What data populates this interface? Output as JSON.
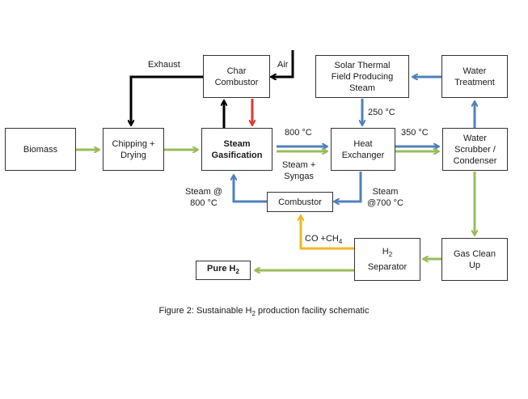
{
  "boxes": {
    "biomass": "Biomass",
    "chipping": "Chipping +\nDrying",
    "steam_gasification": "Steam\nGasification",
    "char_combustor": "Char\nCombustor",
    "solar": "Solar Thermal\nField Producing\nSteam",
    "water_treatment": "Water\nTreatment",
    "heat_exchanger": "Heat\nExchanger",
    "water_scrubber": "Water\nScrubber /\nCondenser",
    "combustor": "Combustor",
    "gas_cleanup": "Gas Clean\nUp",
    "h2_separator_main": "H",
    "h2_separator_sub": "2",
    "h2_separator_rest": "Separator",
    "pure_h2_main": "Pure H",
    "pure_h2_sub": "2"
  },
  "labels": {
    "exhaust": "Exhaust",
    "air": "Air",
    "t250": "250 °C",
    "t800": "800 °C",
    "t350": "350 °C",
    "steam_syngas": "Steam +\nSyngas",
    "steam_800": "Steam @\n800 °C",
    "steam_700": "Steam\n@700 °C",
    "co_ch4_main": "CO +CH",
    "co_ch4_sub": "4"
  },
  "caption": {
    "prefix": "Figure 2: Sustainable H",
    "sub": "2",
    "suffix": " production facility schematic"
  },
  "colors": {
    "green": "#9bbb59",
    "blue": "#4f81bd",
    "red": "#e8332f",
    "yellow": "#f2b81e",
    "black": "#000000"
  }
}
